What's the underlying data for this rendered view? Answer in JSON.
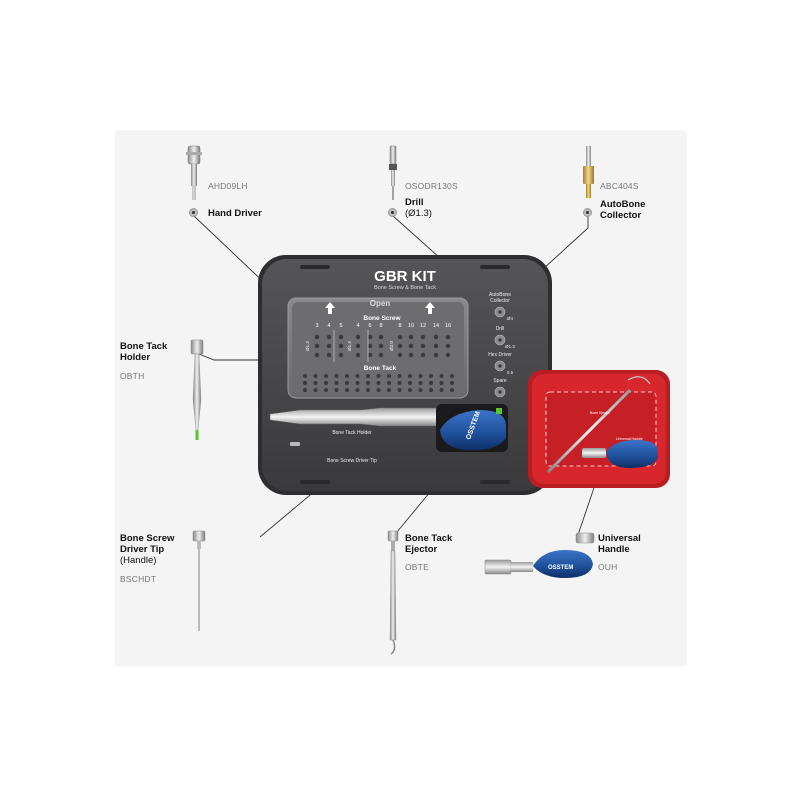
{
  "kit": {
    "title": "GBR KIT",
    "subtitle": "Bone Screw & Bone Tack",
    "open_label": "Open",
    "bone_screw_label": "Bone Screw",
    "bone_tack_label": "Bone Tack",
    "bone_tack_holder_label": "Bone Tack Holder",
    "bone_screw_driver_tip_label": "Bone Screw Driver Tip",
    "screw_sizes": [
      "3",
      "4",
      "5",
      "4",
      "6",
      "8",
      "8",
      "10",
      "12",
      "14",
      "16"
    ],
    "screw_diameters": [
      "Ø1.2",
      "Ø1.4",
      "Ø2.0"
    ],
    "side_slots": [
      {
        "name": "AutoBone\nCollector",
        "label": "AutoBone Collector",
        "value": "Ø4"
      },
      {
        "name": "Drill",
        "label": "Drill",
        "value": "Ø1.3"
      },
      {
        "name": "Hex Driver",
        "label": "Hex Driver",
        "value": "0.5"
      },
      {
        "name": "Spare",
        "label": "Spare",
        "value": ""
      }
    ],
    "brand": "OSSTEM",
    "red_case": {
      "label1": "Bone Ejector",
      "label2": "Universal Handle"
    }
  },
  "callouts": {
    "hand_driver": {
      "name": "Hand Driver",
      "code": "AHD09LH"
    },
    "drill": {
      "name": "Drill",
      "detail": "(Ø1.3)",
      "code": "OSODR130S"
    },
    "autobone": {
      "name_line1": "AutoBone",
      "name_line2": "Collector",
      "code": "ABC404S"
    },
    "bone_tack_holder": {
      "name_line1": "Bone Tack",
      "name_line2": "Holder",
      "code": "OBTH"
    },
    "bone_screw_driver_tip": {
      "name_line1": "Bone Screw",
      "name_line2": "Driver Tip",
      "detail": "(Handle)",
      "code": "BSCHDT"
    },
    "bone_tack_ejector": {
      "name_line1": "Bone Tack",
      "name_line2": "Ejector",
      "code": "OBTE"
    },
    "universal_handle": {
      "name_line1": "Universal",
      "name_line2": "Handle",
      "code": "OUH"
    }
  },
  "colors": {
    "kit_body": "#444446",
    "kit_rim": "#2b2b2d",
    "tray": "#6e6e70",
    "red_case": "#d7262c",
    "handle_blue": "#1f4f9a",
    "accent_green": "#58c430",
    "panel_bg": "#f4f4f4"
  }
}
